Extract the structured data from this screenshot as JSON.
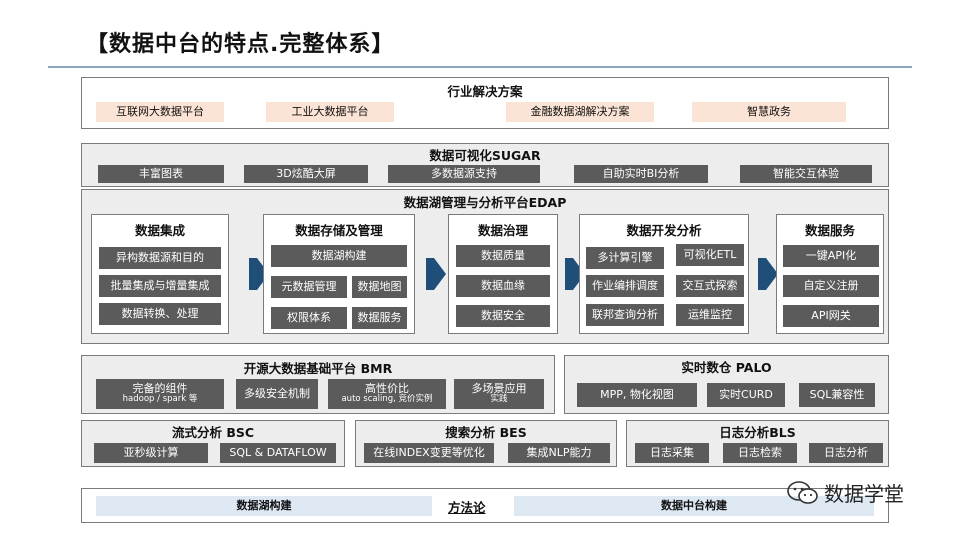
{
  "page_title": "【数据中台的特点.完整体系】",
  "industry": {
    "title": "行业解决方案",
    "items": [
      "互联网大数据平台",
      "工业大数据平台",
      "金融数据湖解决方案",
      "智慧政务"
    ]
  },
  "sugar": {
    "title": "数据可视化SUGAR",
    "items": [
      "丰富图表",
      "3D炫酷大屏",
      "多数据源支持",
      "自助实时BI分析",
      "智能交互体验"
    ]
  },
  "edap": {
    "title": "数据湖管理与分析平台EDAP",
    "integration": {
      "title": "数据集成",
      "items": [
        "异构数据源和目的",
        "批量集成与增量集成",
        "数据转换、处理"
      ]
    },
    "storage": {
      "title": "数据存储及管理",
      "items": [
        "数据湖构建",
        "元数据管理",
        "数据地图",
        "权限体系",
        "数据服务"
      ]
    },
    "governance": {
      "title": "数据治理",
      "items": [
        "数据质量",
        "数据血缘",
        "数据安全"
      ]
    },
    "devanalysis": {
      "title": "数据开发分析",
      "items": [
        "多计算引擎",
        "可视化ETL",
        "作业编排调度",
        "交互式探索",
        "联邦查询分析",
        "运维监控"
      ]
    },
    "service": {
      "title": "数据服务",
      "items": [
        "一键API化",
        "自定义注册",
        "API网关"
      ]
    }
  },
  "bmr": {
    "title": "开源大数据基础平台 BMR",
    "item1_main": "完备的组件",
    "item1_sub": "hadoop / spark 等",
    "item2": "多级安全机制",
    "item3_main": "高性价比",
    "item3_sub": "auto scaling, 竞价实例",
    "item4_main": "多场景应用",
    "item4_sub": "实践"
  },
  "palo": {
    "title": "实时数仓 PALO",
    "items": [
      "MPP, 物化视图",
      "实时CURD",
      "SQL兼容性"
    ]
  },
  "bsc": {
    "title": "流式分析 BSC",
    "items": [
      "亚秒级计算",
      "SQL & DATAFLOW"
    ]
  },
  "bes": {
    "title": "搜索分析 BES",
    "items": [
      "在线INDEX变更等优化",
      "集成NLP能力"
    ]
  },
  "bls": {
    "title": "日志分析BLS",
    "items": [
      "日志采集",
      "日志检索",
      "日志分析"
    ]
  },
  "methodology": {
    "left": "数据湖构建",
    "center": "方法论",
    "right": "数据中台构建"
  },
  "watermark": "数据学堂",
  "colors": {
    "dark_pill": "#5b5b5b",
    "peach_pill": "#fbe4d5",
    "blue_pill": "#dde8f3",
    "chevron": "#1f4e79",
    "rule": "#8aa5bd"
  }
}
